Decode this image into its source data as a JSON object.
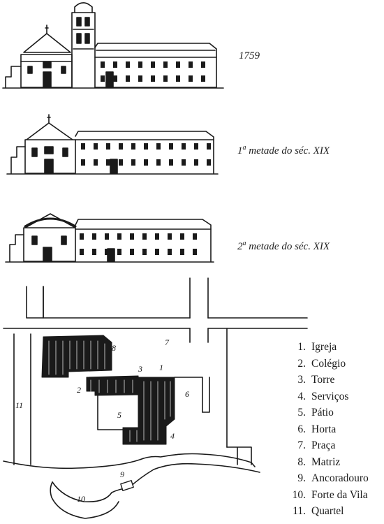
{
  "elevations": [
    {
      "id": "e1759",
      "caption": "1759"
    },
    {
      "id": "e-xix-1",
      "caption_sup": "a",
      "caption_ordinal": "1",
      "caption_rest": "metade do séc. XIX"
    },
    {
      "id": "e-xix-2",
      "caption_sup": "a",
      "caption_ordinal": "2",
      "caption_rest": "metade do séc. XIX"
    }
  ],
  "plan": {
    "map_labels": [
      "1",
      "2",
      "3",
      "4",
      "5",
      "6",
      "7",
      "8",
      "9",
      "10",
      "11"
    ],
    "legend": [
      {
        "num": "1.",
        "label": "Igreja"
      },
      {
        "num": "2.",
        "label": "Colégio"
      },
      {
        "num": "3.",
        "label": "Torre"
      },
      {
        "num": "4.",
        "label": "Serviços"
      },
      {
        "num": "5.",
        "label": "Pátio"
      },
      {
        "num": "6.",
        "label": "Horta"
      },
      {
        "num": "7.",
        "label": "Praça"
      },
      {
        "num": "8.",
        "label": "Matriz"
      },
      {
        "num": "9.",
        "label": "Ancoradouro"
      },
      {
        "num": "10.",
        "label": "Forte da Vila"
      },
      {
        "num": "11.",
        "label": "Quartel"
      }
    ]
  }
}
